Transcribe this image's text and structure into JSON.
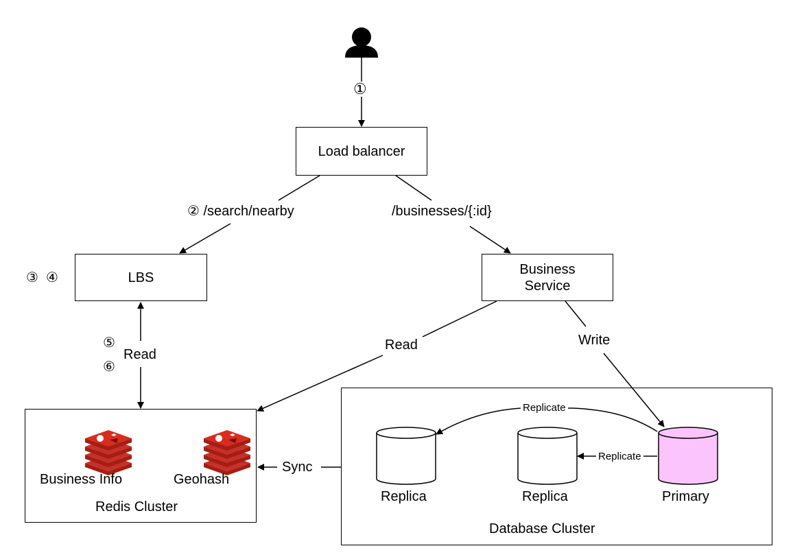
{
  "nodes": {
    "load_balancer": "Load balancer",
    "lbs": "LBS",
    "business_service": "Business\nService",
    "redis_cluster": "Redis Cluster",
    "database_cluster": "Database Cluster",
    "business_info": "Business Info",
    "geohash": "Geohash",
    "replica_1": "Replica",
    "replica_2": "Replica",
    "primary": "Primary"
  },
  "edges": {
    "step_1": "①",
    "search_nearby": "② /search/nearby",
    "businesses_id": "/businesses/{:id}",
    "lbs_steps": "③  ④",
    "step_5": "⑤",
    "step_6": "⑥",
    "lbs_read": "Read",
    "bs_read": "Read",
    "bs_write": "Write",
    "sync": "Sync",
    "replicate_top": "Replicate",
    "replicate_mid": "Replicate"
  },
  "colors": {
    "primary_fill": "#fcc4fc",
    "redis_red": "#d82c20",
    "redis_dark": "#a41e11",
    "redis_mid": "#c6302b"
  },
  "icons": {
    "user": "user-icon",
    "redis": "redis-icon"
  }
}
